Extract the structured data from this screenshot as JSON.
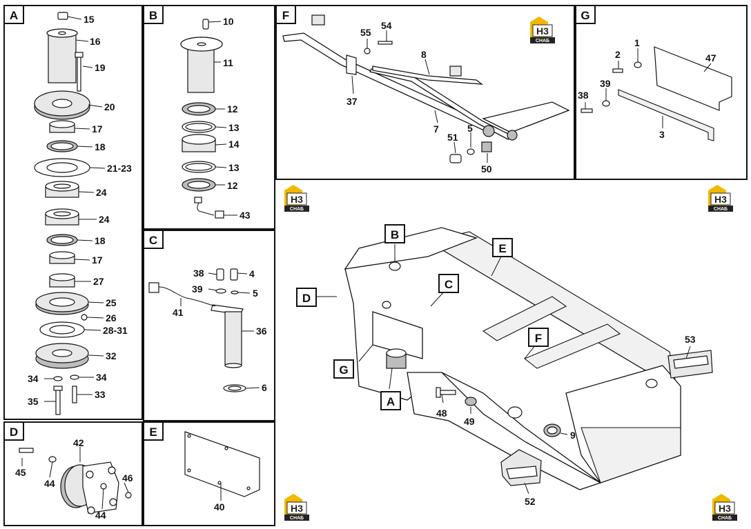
{
  "panels": {
    "A": {
      "tag": "A",
      "labels": [
        "15",
        "16",
        "19",
        "20",
        "17",
        "18",
        "21-23",
        "24",
        "24",
        "18",
        "17",
        "27",
        "25",
        "26",
        "28-31",
        "32",
        "34",
        "34",
        "35",
        "33"
      ]
    },
    "B": {
      "tag": "B",
      "labels": [
        "10",
        "11",
        "12",
        "13",
        "14",
        "13",
        "12",
        "43"
      ]
    },
    "C": {
      "tag": "C",
      "labels": [
        "38",
        "4",
        "39",
        "5",
        "41",
        "36",
        "6"
      ]
    },
    "D": {
      "tag": "D",
      "labels": [
        "42",
        "45",
        "44",
        "46",
        "44"
      ]
    },
    "E": {
      "tag": "E",
      "labels": [
        "40"
      ]
    },
    "F": {
      "tag": "F",
      "labels": [
        "55",
        "54",
        "8",
        "37",
        "7",
        "51",
        "5",
        "50"
      ]
    },
    "G": {
      "tag": "G",
      "labels": [
        "2",
        "1",
        "47",
        "38",
        "39",
        "3"
      ]
    },
    "main": {
      "callouts": [
        "B",
        "E",
        "D",
        "C",
        "F",
        "G",
        "A"
      ],
      "labels": [
        "53",
        "48",
        "49",
        "9",
        "52"
      ]
    }
  },
  "watermark": {
    "top": "H3",
    "bottom": "CHAБ",
    "color": "#f2b800"
  }
}
